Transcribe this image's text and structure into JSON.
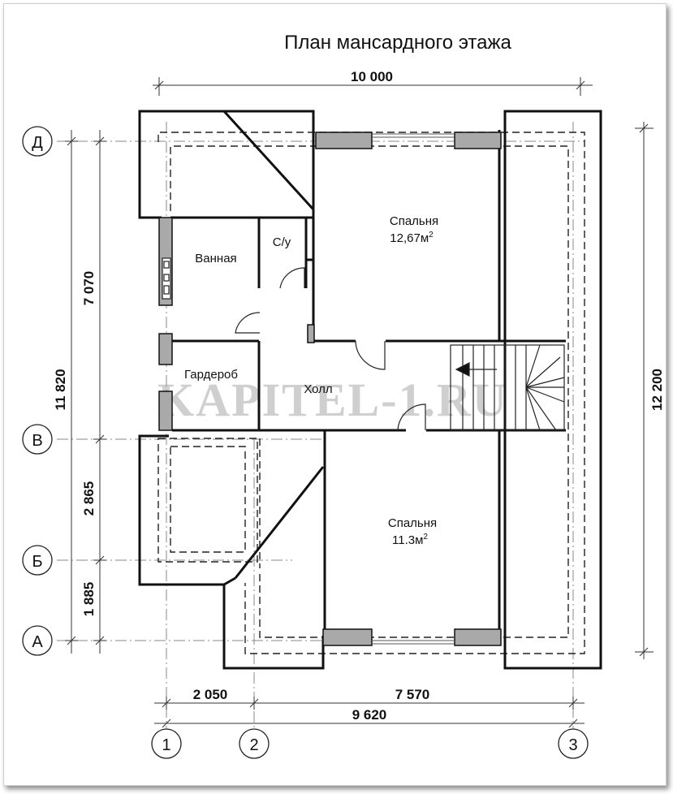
{
  "title": "План мансардного этажа",
  "watermark": "KAPITEL-1.RU",
  "dimensions": {
    "top_overall": "10 000",
    "right_overall": "12 200",
    "left_overall": "11 820",
    "left_d_v": "7 070",
    "left_v_b": "2 865",
    "left_b_a": "1 885",
    "bottom_1_2": "2 050",
    "bottom_2_3": "7 570",
    "bottom_overall": "9 620"
  },
  "axes": {
    "d": "Д",
    "v": "В",
    "b": "Б",
    "a": "А",
    "one": "1",
    "two": "2",
    "three": "3"
  },
  "rooms": {
    "bedroom_top": {
      "name": "Спальня",
      "area": "12,67м",
      "sup": "2"
    },
    "bathroom": {
      "name": "Ванная"
    },
    "wc": {
      "name": "С/у"
    },
    "wardrobe": {
      "name": "Гардероб"
    },
    "hall": {
      "name": "Холл"
    },
    "bedroom_bottom": {
      "name": "Спальня",
      "area": "11.3м",
      "sup": "2"
    }
  }
}
